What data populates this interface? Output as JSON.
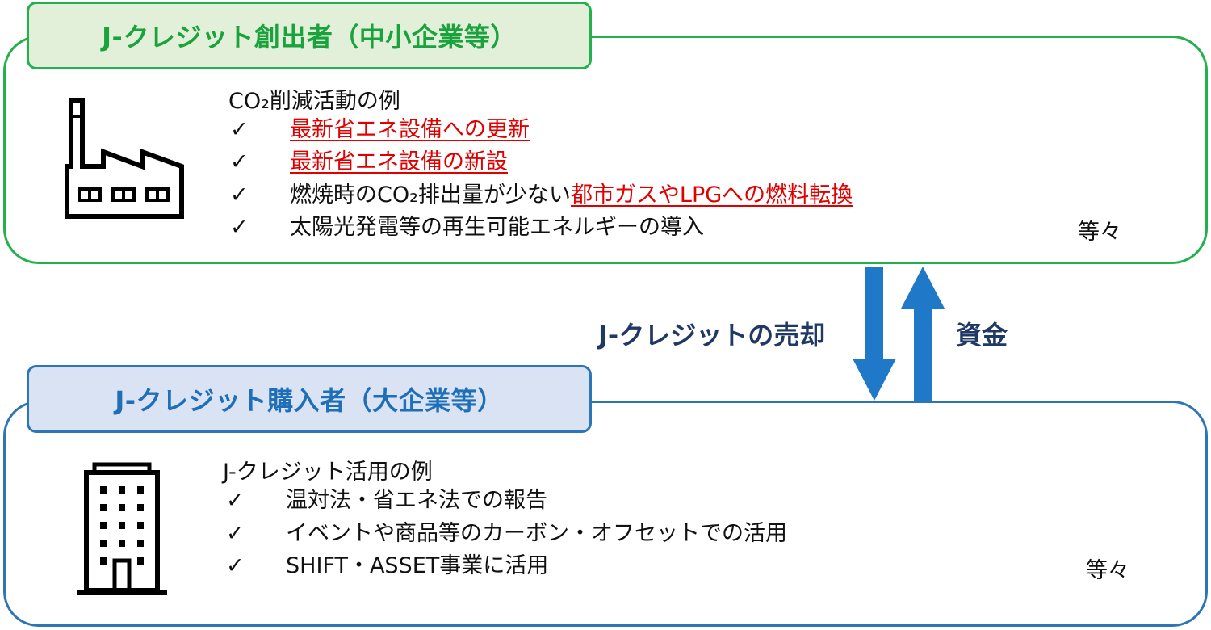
{
  "creator": {
    "title": "J-クレジット創出者（中小企業等）",
    "heading": "CO₂削減活動の例",
    "items": [
      {
        "check": "✓",
        "prefix": "",
        "highlight": "最新省エネ設備への更新"
      },
      {
        "check": "✓",
        "prefix": "",
        "highlight": "最新省エネ設備の新設"
      },
      {
        "check": "✓",
        "prefix": "燃焼時のCO₂排出量が少ない",
        "highlight": "都市ガスやLPGへの燃料転換"
      },
      {
        "check": "✓",
        "prefix": "太陽光発電等の再生可能エネルギーの導入",
        "highlight": ""
      }
    ],
    "etc": "等々",
    "icon": "factory-icon",
    "accent_color": "#22b14c"
  },
  "buyer": {
    "title": "J-クレジット購入者（大企業等）",
    "heading": "J-クレジット活用の例",
    "items": [
      {
        "check": "✓",
        "text": "温対法・省エネ法での報告"
      },
      {
        "check": "✓",
        "text": "イベントや商品等のカーボン・オフセットでの活用"
      },
      {
        "check": "✓",
        "text": "SHIFT・ASSET事業に活用"
      }
    ],
    "etc": "等々",
    "icon": "office-building-icon",
    "accent_color": "#2e75b6"
  },
  "flows": {
    "sell_label": "J-クレジットの売却",
    "funds_label": "資金",
    "arrow_color": "#1f78c8",
    "highlight_color": "#e00000"
  }
}
